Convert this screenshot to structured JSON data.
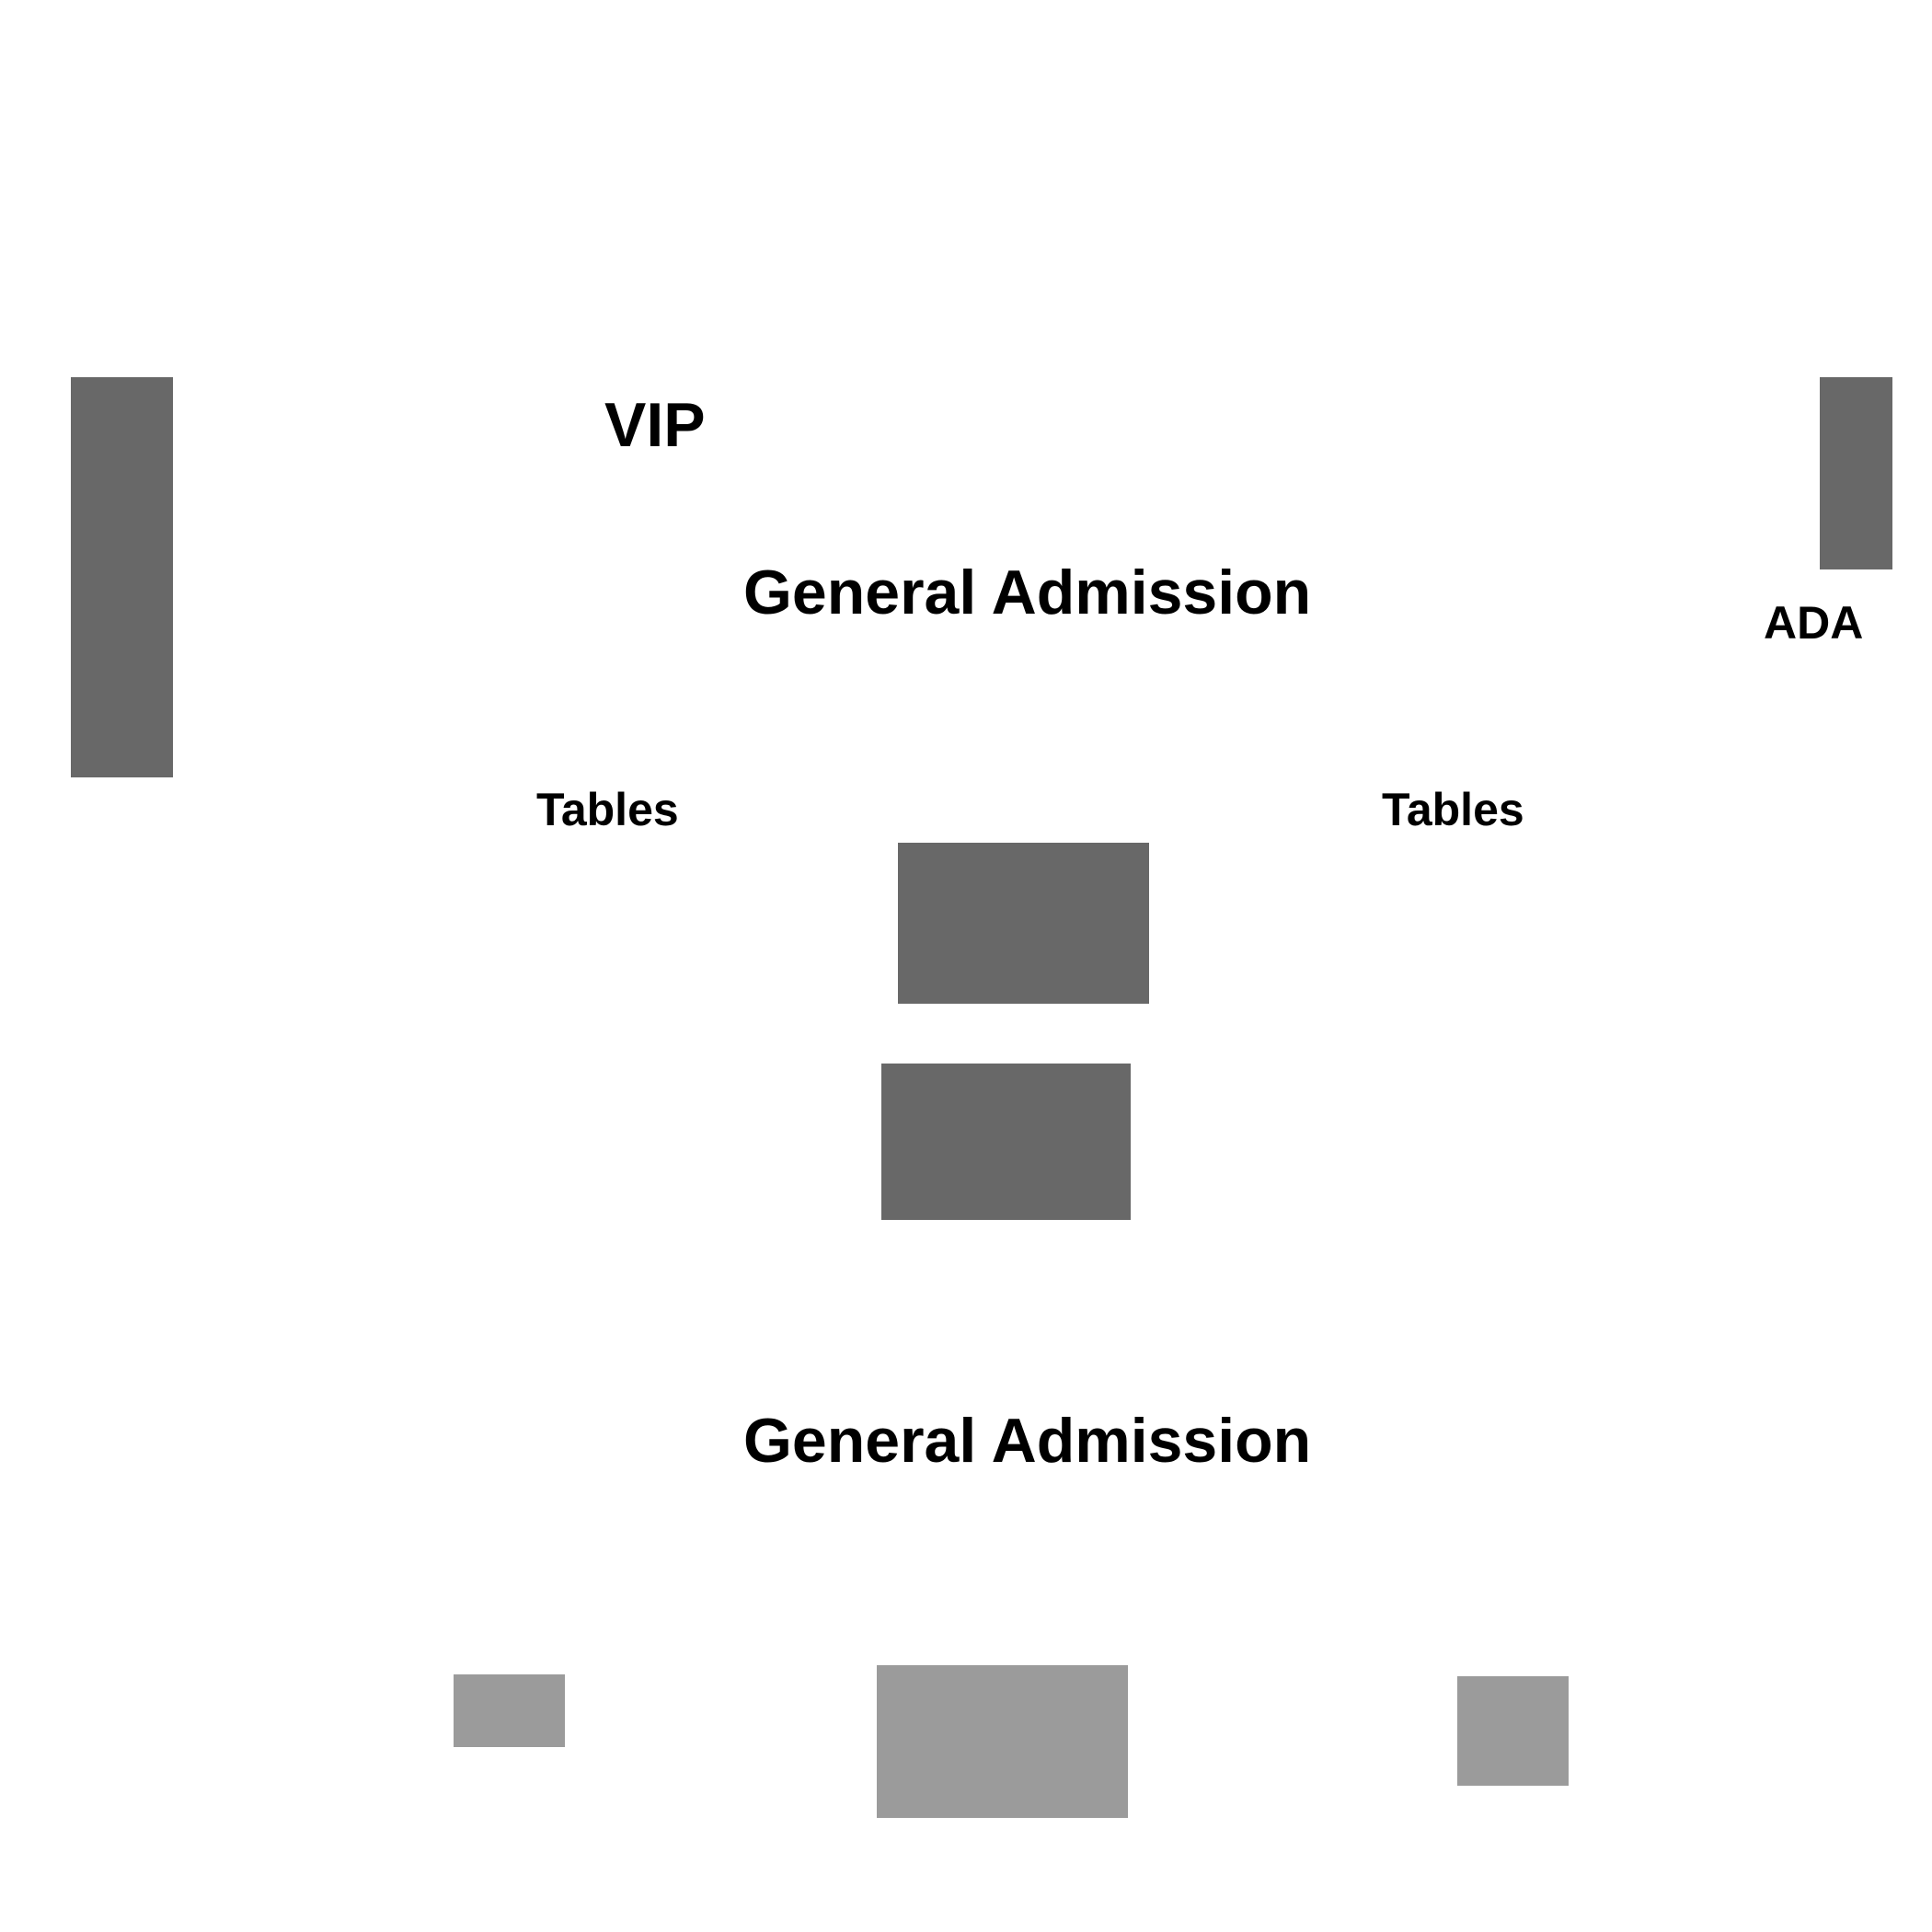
{
  "colors": {
    "background": "#ffffff",
    "section_dark": "#686868",
    "section_light": "#9b9b9b",
    "label_text": "#000000"
  },
  "labels": {
    "vip": "VIP",
    "general_admission_upper": "General Admission",
    "ada": "ADA",
    "tables_left": "Tables",
    "tables_right": "Tables",
    "general_admission_lower": "General Admission"
  }
}
